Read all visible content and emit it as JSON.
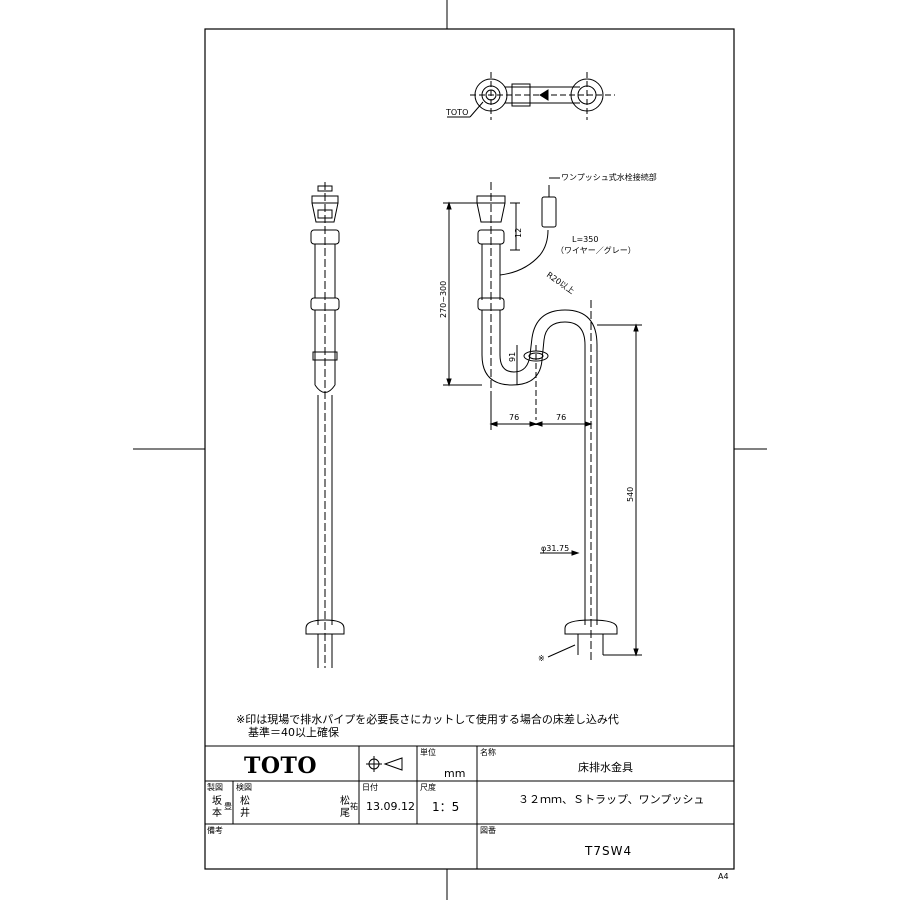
{
  "labels": {
    "toto_callout": "TOTO",
    "connector_title": "ワンプッシュ式水栓接続部",
    "wire_length": "L=350",
    "wire_desc": "（ワイヤー／グレー）",
    "bend_radius": "R20以上",
    "dim_12": "12",
    "dim_270_300": "270~300",
    "dim_91": "91",
    "dim_76_a": "76",
    "dim_76_b": "76",
    "dim_540": "540",
    "dim_diameter": "φ31.75",
    "asterisk": "※"
  },
  "note": {
    "line1": "※印は現場で排水パイプを必要長さにカットして使用する場合の床差し込み代",
    "line2": "基準＝40以上確保"
  },
  "title_block": {
    "logo": "TOTO",
    "unit_label": "単位",
    "unit_value": "mm",
    "name_label": "名称",
    "name_value": "床排水金具",
    "drawn_label": "製図",
    "drawn_value_a": "坂",
    "drawn_value_b": "本",
    "drawn_value_c": "豊",
    "checked_label": "検図",
    "checked_value_a": "松",
    "checked_value_b": "井",
    "approved_value_a": "松",
    "approved_value_b": "尾",
    "approved_value_c": "祐",
    "date_label": "日付",
    "date_value": "13.09.12",
    "scale_label": "尺度",
    "scale_value": "1：5",
    "desc_value": "３２ｍｍ、Ｓトラップ、ワンプッシュ",
    "remarks_label": "備考",
    "drawing_no_label": "図番",
    "drawing_no_value": "T7SW4",
    "sheet_size": "A4"
  }
}
